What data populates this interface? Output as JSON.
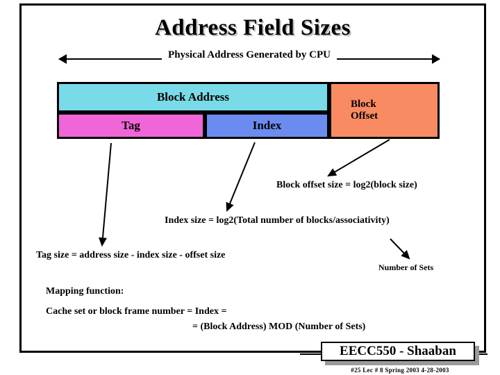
{
  "slide": {
    "title": "Address Field Sizes",
    "span_label": "Physical Address Generated by CPU"
  },
  "address_fields": {
    "block_address_label": "Block Address",
    "tag_label": "Tag",
    "index_label": "Index",
    "block_offset_line1": "Block",
    "block_offset_line2": "Offset",
    "colors": {
      "block_address": "#79dbe8",
      "tag": "#f065d8",
      "index": "#6b8bf0",
      "block_offset": "#f98b63",
      "border": "#000000"
    }
  },
  "notes": {
    "block_offset_size": "Block offset size = log2(block size)",
    "index_size": "Index size = log2(Total number of blocks/associativity)",
    "tag_size": "Tag size = address size - index size - offset size",
    "number_of_sets": "Number of Sets",
    "mapping_heading": "Mapping function:",
    "mapping_line1": "Cache set or block frame number =  Index =",
    "mapping_line2": "=  (Block Address) MOD (Number of Sets)"
  },
  "footer": {
    "course": "EECC550 - Shaaban",
    "details": "#25   Lec # 8    Spring 2003   4-28-2003"
  }
}
